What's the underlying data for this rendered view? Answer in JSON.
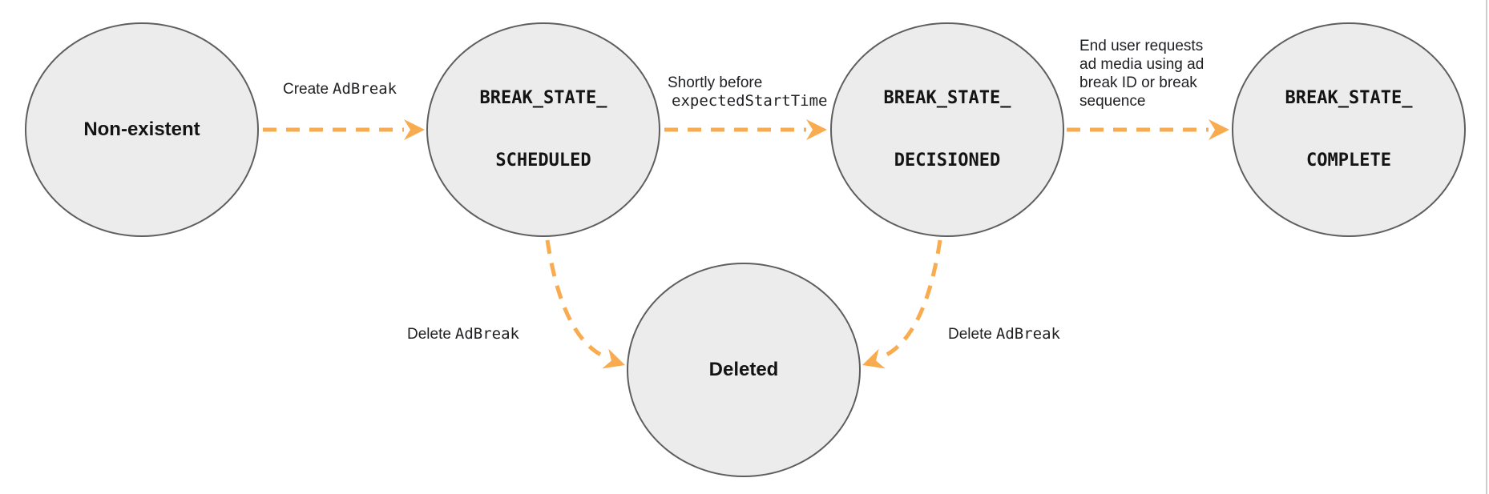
{
  "colors": {
    "arrow": "#F9AB4F",
    "node_fill": "#ECECEC",
    "node_border": "#5E5E5E",
    "text": "#1D1D1D"
  },
  "states": {
    "non_existent": {
      "label": "Non-existent"
    },
    "scheduled": {
      "line1": "BREAK_STATE_",
      "line2": "SCHEDULED"
    },
    "decisioned": {
      "line1": "BREAK_STATE_",
      "line2": "DECISIONED"
    },
    "complete": {
      "line1": "BREAK_STATE_",
      "line2": "COMPLETE"
    },
    "deleted": {
      "label": "Deleted"
    }
  },
  "transitions": {
    "create": {
      "plain": "Create",
      "code": "AdBreak"
    },
    "shortly": {
      "plain": "Shortly before",
      "code": "expectedStartTime"
    },
    "end_user": {
      "line1": "End user requests",
      "line2": "ad media using ad",
      "line3": "break ID or break",
      "line4": "sequence"
    },
    "delete_left": {
      "plain": "Delete",
      "code": "AdBreak"
    },
    "delete_right": {
      "plain": "Delete",
      "code": "AdBreak"
    }
  }
}
